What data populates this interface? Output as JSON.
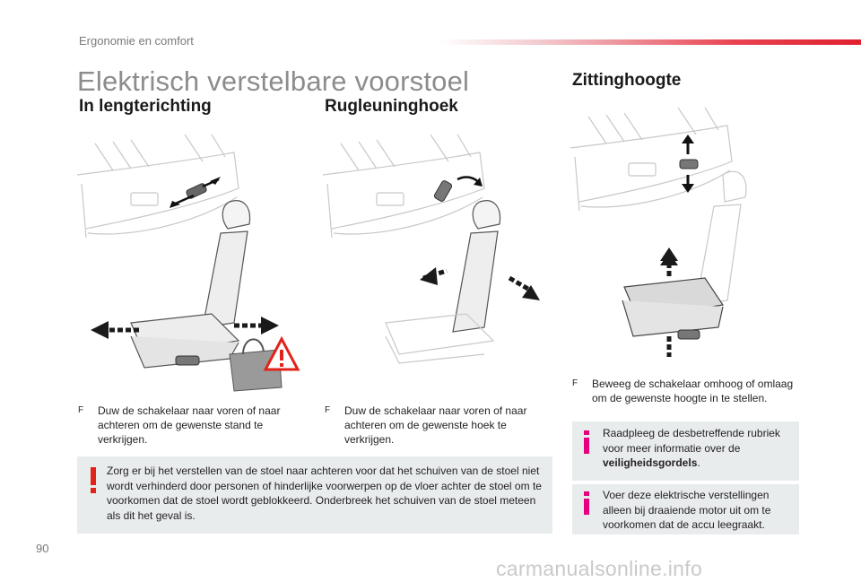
{
  "header": {
    "section": "Ergonomie en comfort",
    "accent_color": "#e0202f"
  },
  "page": {
    "title": "Elektrisch verstelbare voorstoel",
    "number": "90"
  },
  "columns": [
    {
      "heading": "In lengterichting",
      "bullet_icon": "",
      "bullet": "Duw de schakelaar naar voren of naar achteren om de gewenste stand te verkrijgen."
    },
    {
      "heading": "Rugleuninghoek",
      "bullet_icon": "",
      "bullet": "Duw de schakelaar naar voren of naar achteren om de gewenste hoek te verkrijgen."
    },
    {
      "heading": "Zittinghoogte",
      "bullet_icon": "",
      "bullet": "Beweeg de schakelaar omhoog of omlaag om de gewenste hoogte in te stellen."
    }
  ],
  "warning": {
    "icon": "exclamation-icon",
    "text": "Zorg er bij het verstellen van de stoel naar achteren voor dat het schuiven van de stoel niet wordt verhinderd door personen of hinderlijke voorwerpen op de vloer achter de stoel om te voorkomen dat de stoel wordt geblokkeerd. Onderbreek het schuiven van de stoel meteen als dit het geval is."
  },
  "info_boxes": [
    {
      "icon": "info-icon",
      "text_before": "Raadpleeg de desbetreffende rubriek voor meer informatie over de ",
      "text_bold": "veiligheidsgordels",
      "text_after": "."
    },
    {
      "icon": "info-icon",
      "text": "Voer deze elektrische verstellingen alleen bij draaiende motor uit om te voorkomen dat de accu leegraakt."
    }
  ],
  "watermark": "carmanualsonline.info",
  "colors": {
    "warning_red": "#e2231a",
    "info_pink": "#e6007e",
    "box_bg": "#e8eced"
  }
}
